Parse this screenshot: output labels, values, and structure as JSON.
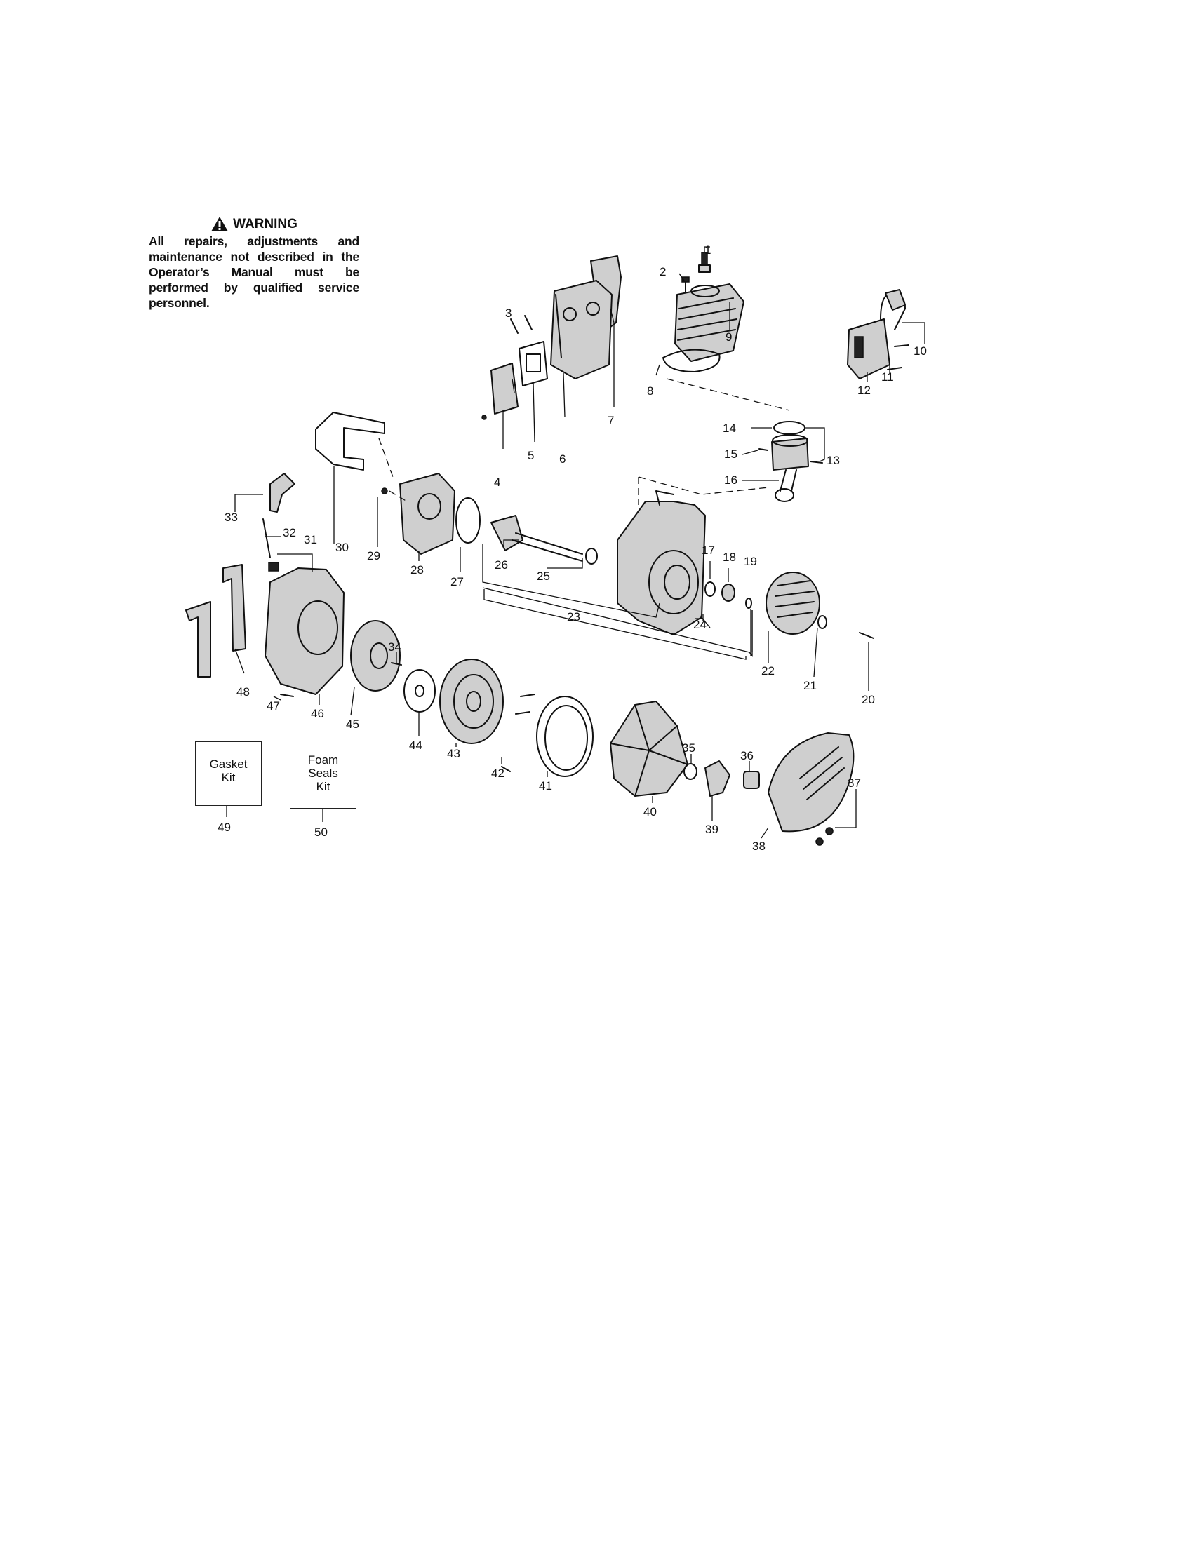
{
  "warning": {
    "heading": "WARNING",
    "text": "All repairs, adjustments and maintenance not described in the Operator’s Manual must be performed by qualified service personnel.",
    "icon": "warning-triangle-icon"
  },
  "callouts": [
    "1",
    "2",
    "3",
    "4",
    "5",
    "6",
    "7",
    "8",
    "9",
    "10",
    "11",
    "12",
    "13",
    "14",
    "15",
    "16",
    "17",
    "18",
    "19",
    "20",
    "21",
    "22",
    "23",
    "24",
    "25",
    "26",
    "27",
    "28",
    "29",
    "30",
    "31",
    "32",
    "33",
    "34",
    "35",
    "36",
    "37",
    "38",
    "39",
    "40",
    "41",
    "42",
    "43",
    "44",
    "45",
    "46",
    "47",
    "48",
    "49",
    "50"
  ],
  "kits": {
    "gasket": {
      "line1": "Gasket",
      "line2": "Kit",
      "number": "49"
    },
    "foam": {
      "line1": "Foam",
      "line2": "Seals",
      "line3": "Kit",
      "number": "50"
    }
  }
}
